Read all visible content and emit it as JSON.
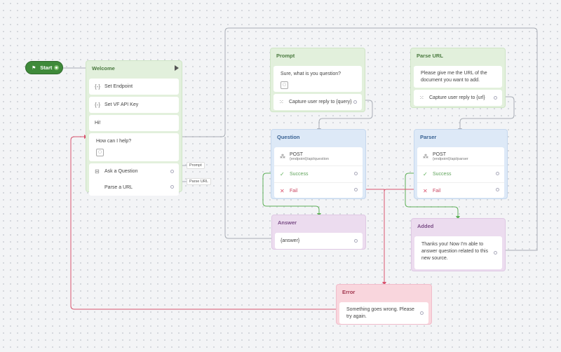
{
  "start": {
    "label": "Start"
  },
  "blocks": {
    "welcome": {
      "title": "Welcome",
      "set_endpoint": "Set Endpoint",
      "set_api_key": "Set VF API Key",
      "greeting": "Hi!",
      "question": "How can I help?",
      "choice_question": "Ask a Question",
      "choice_url": "Parse a URL",
      "tag_prompt": "Prompt",
      "tag_parse_url": "Parse URL"
    },
    "prompt": {
      "title": "Prompt",
      "text": "Sure, what is you question?",
      "capture": "Capture user reply to {query}"
    },
    "parse_url": {
      "title": "Parse URL",
      "text": "Please give me the URL of the document you want to add.",
      "capture": "Capture user reply to {url}"
    },
    "question": {
      "title": "Question",
      "method": "POST",
      "endpoint": "{endpoint}/api/question",
      "success": "Success",
      "fail": "Fail"
    },
    "parser": {
      "title": "Parser",
      "method": "POST",
      "endpoint": "{endpoint}/api/parser",
      "success": "Success",
      "fail": "Fail"
    },
    "answer": {
      "title": "Answer",
      "text": "{answer}"
    },
    "added": {
      "title": "Added",
      "text": "Thanks you! Now I'm able to answer question related to this new source."
    },
    "error": {
      "title": "Error",
      "text": "Something goes wrong. Please try again."
    }
  },
  "colors": {
    "wire_default": "#a8adb5",
    "wire_success": "#5fb05a",
    "wire_fail": "#d9536e"
  },
  "icons": {
    "start": "flag-icon",
    "set_step": "code-braces-icon",
    "choice": "choice-icon",
    "capture": "capture-icon",
    "api": "api-icon",
    "success": "check-icon",
    "fail": "x-icon",
    "run": "play-icon"
  }
}
